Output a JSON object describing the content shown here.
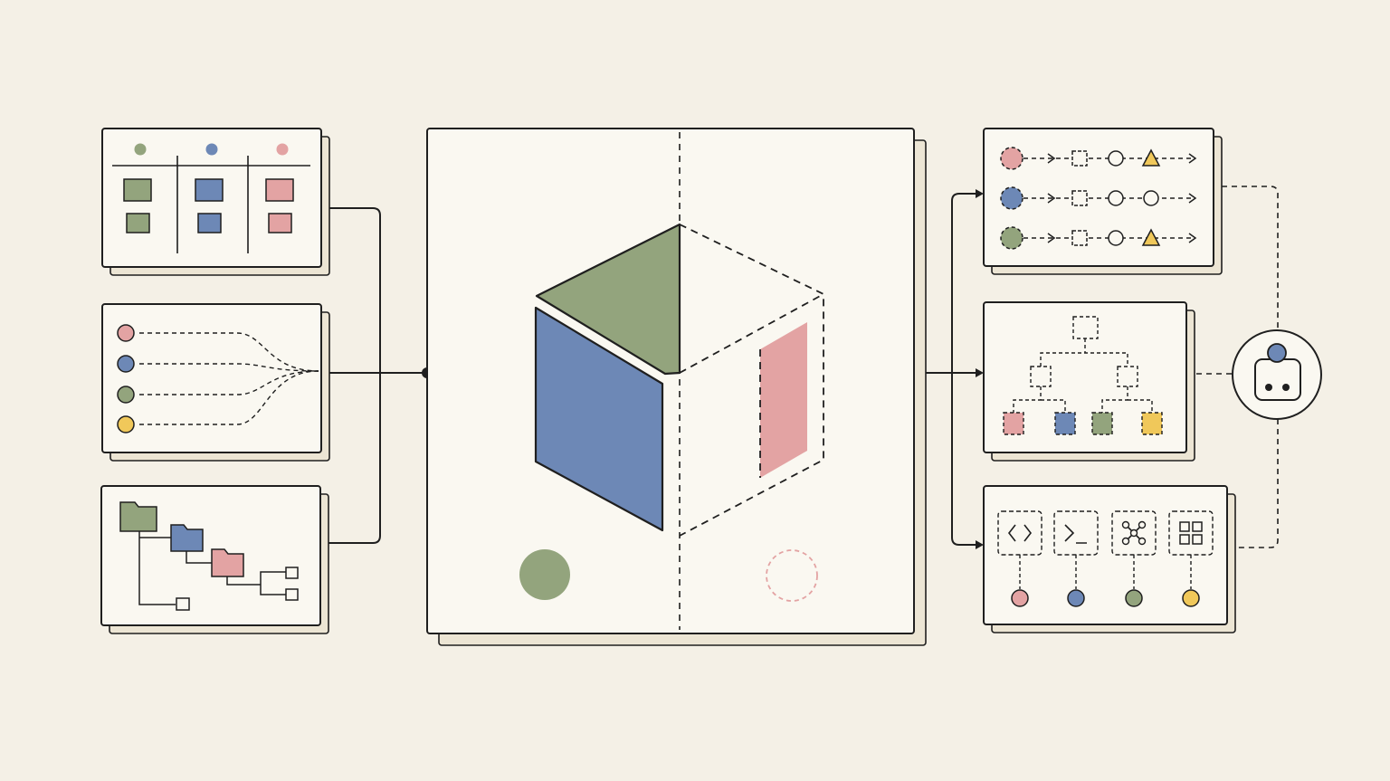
{
  "palette": {
    "background": "#f4f0e6",
    "card": "#faf8f1",
    "shadow": "#ece5d4",
    "ink": "#1f1f1f",
    "green": "#93a47d",
    "blue": "#6d88b6",
    "pink": "#e3a3a3",
    "yellow": "#f0c85a"
  },
  "left_panels": [
    {
      "name": "kanban-board-panel",
      "icon": "kanban-board-icon",
      "columns": [
        "green",
        "blue",
        "pink"
      ]
    },
    {
      "name": "merge-streams-panel",
      "icon": "merging-lines-icon",
      "inputs": [
        "pink",
        "blue",
        "green",
        "yellow"
      ]
    },
    {
      "name": "folder-tree-panel",
      "icon": "folder-tree-icon",
      "folders": [
        "green",
        "blue",
        "pink"
      ]
    }
  ],
  "center": {
    "name": "central-cube-panel",
    "icon": "isometric-cube-icon",
    "solid_half_faces": [
      "green",
      "blue"
    ],
    "dashed_half_accent": "pink",
    "bottom_markers": [
      "green",
      "pink"
    ]
  },
  "right_panels": [
    {
      "name": "pipeline-panel",
      "icon": "pipeline-flow-icon",
      "rows": [
        "pink",
        "blue",
        "green"
      ]
    },
    {
      "name": "hierarchy-panel",
      "icon": "hierarchy-tree-icon",
      "leaves": [
        "pink",
        "blue",
        "green",
        "yellow"
      ]
    },
    {
      "name": "tools-panel",
      "tools": [
        "code-brackets-icon",
        "terminal-icon",
        "network-icon",
        "grid-apps-icon"
      ],
      "dots": [
        "pink",
        "blue",
        "green",
        "yellow"
      ]
    }
  ],
  "agent": {
    "name": "robot-agent",
    "icon": "robot-icon"
  }
}
